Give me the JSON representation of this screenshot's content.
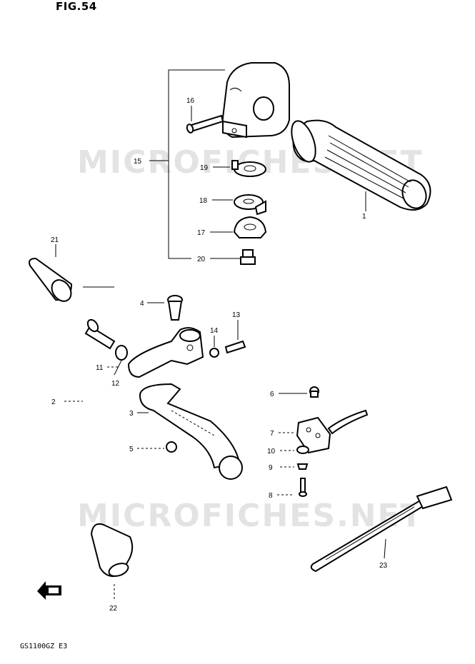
{
  "figure": {
    "title": "FIG.54",
    "model": "GS1100GZ E3",
    "watermark": "MICROFICHES.NET"
  },
  "callouts": [
    "1",
    "2",
    "3",
    "4",
    "5",
    "6",
    "7",
    "8",
    "9",
    "10",
    "11",
    "12",
    "13",
    "14",
    "15",
    "16",
    "17",
    "18",
    "19",
    "20",
    "21",
    "22",
    "23"
  ],
  "colors": {
    "ink": "#000000",
    "watermark": "#e3e3e3",
    "background": "#ffffff"
  },
  "icons": {
    "front_arrow": "front-arrow-icon"
  }
}
